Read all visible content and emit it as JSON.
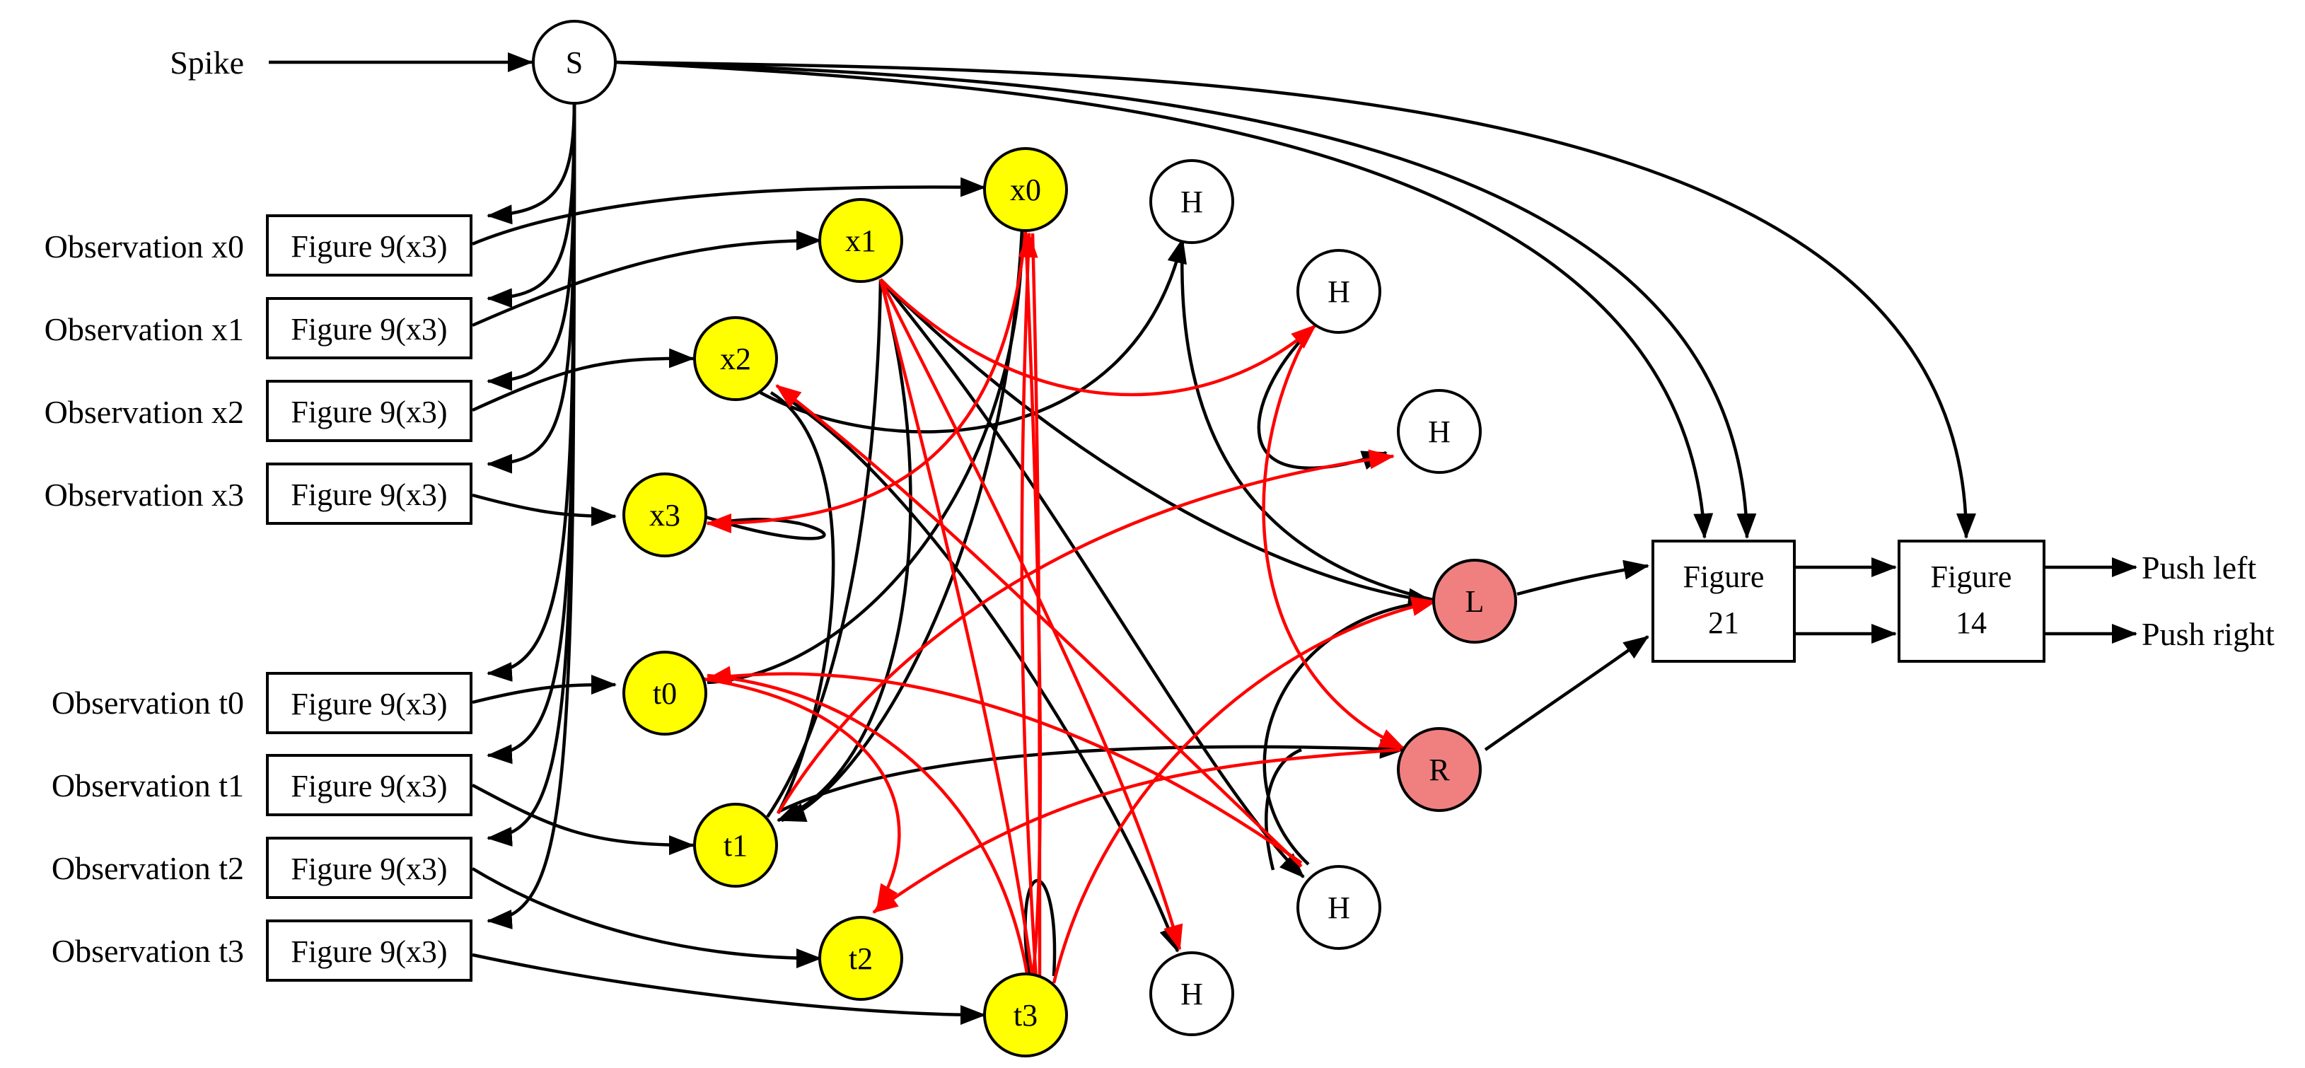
{
  "colors": {
    "edge_black": "#000000",
    "edge_red": "#ff0000",
    "input_node_fill": "#ffff00",
    "output_node_fill": "#f08080",
    "hidden_node_fill": "#ffffff"
  },
  "inputs": {
    "spike": "Spike",
    "observations": [
      "Observation x0",
      "Observation x1",
      "Observation x2",
      "Observation x3",
      "Observation t0",
      "Observation t1",
      "Observation t2",
      "Observation t3"
    ]
  },
  "encoders": {
    "label": "Figure 9(x3)"
  },
  "nodes": {
    "S": "S",
    "x0": "x0",
    "x1": "x1",
    "x2": "x2",
    "x3": "x3",
    "t0": "t0",
    "t1": "t1",
    "t2": "t2",
    "t3": "t3",
    "H": "H",
    "L": "L",
    "R": "R"
  },
  "blocks": {
    "fig21_line1": "Figure",
    "fig21_line2": "21",
    "fig14_line1": "Figure",
    "fig14_line2": "14"
  },
  "outputs": {
    "push_left": "Push left",
    "push_right": "Push right"
  }
}
